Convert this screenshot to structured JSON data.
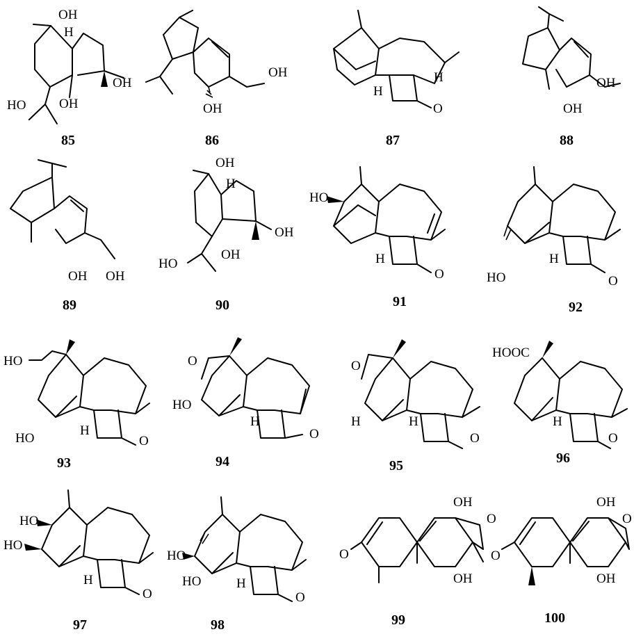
{
  "compounds": [
    {
      "id": "85",
      "labels": [
        "OH",
        "H",
        "OH",
        "HO",
        "OH"
      ]
    },
    {
      "id": "86",
      "labels": [
        "OH",
        "OH"
      ]
    },
    {
      "id": "87",
      "labels": [
        "H",
        "H",
        "O"
      ]
    },
    {
      "id": "88",
      "labels": [
        "OH",
        "OH"
      ]
    },
    {
      "id": "89",
      "labels": [
        "OH",
        "OH"
      ]
    },
    {
      "id": "90",
      "labels": [
        "OH",
        "H",
        "OH",
        "HO",
        "OH"
      ]
    },
    {
      "id": "91",
      "labels": [
        "HO",
        "H",
        "O"
      ]
    },
    {
      "id": "92",
      "labels": [
        "HO",
        "H",
        "O"
      ]
    },
    {
      "id": "93",
      "labels": [
        "HO",
        "HO",
        "H",
        "O"
      ]
    },
    {
      "id": "94",
      "labels": [
        "O",
        "HO",
        "H",
        "O"
      ]
    },
    {
      "id": "95",
      "labels": [
        "O",
        "H",
        "H",
        "O"
      ]
    },
    {
      "id": "96",
      "labels": [
        "HOOC",
        "H",
        "O"
      ]
    },
    {
      "id": "97",
      "labels": [
        "HO",
        "HO",
        "H",
        "O"
      ]
    },
    {
      "id": "98",
      "labels": [
        "HO",
        "HO",
        "H",
        "O"
      ]
    },
    {
      "id": "99",
      "labels": [
        "OH",
        "O",
        "O",
        "OH"
      ]
    },
    {
      "id": "100",
      "labels": [
        "OH",
        "O",
        "O",
        "OH"
      ]
    }
  ]
}
